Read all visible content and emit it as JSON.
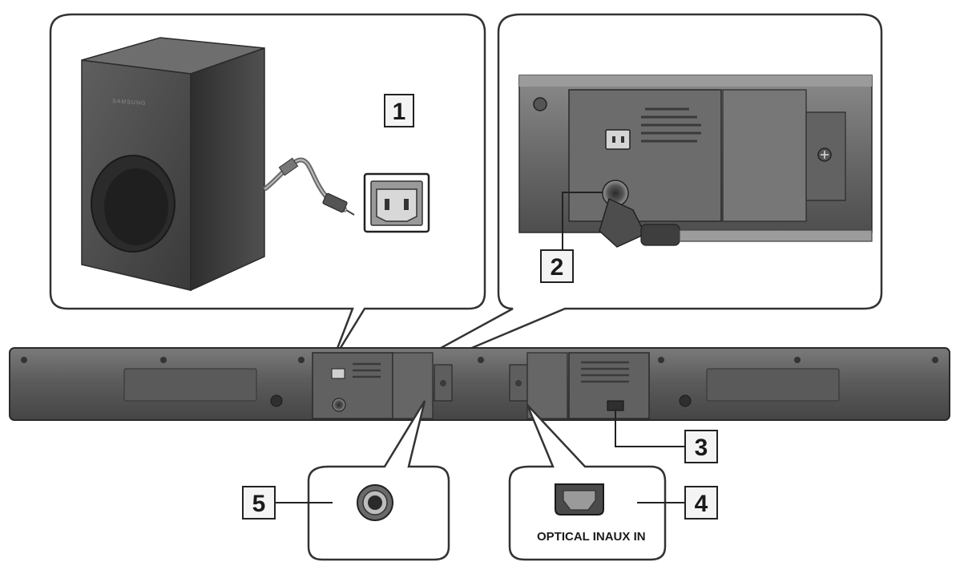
{
  "brand_text": "SAMSUNG",
  "callouts": [
    "1",
    "2",
    "3",
    "4",
    "5"
  ],
  "port_caption": "OPTICAL INAUX IN",
  "colors": {
    "outline": "#333333",
    "device_dark": "#3a3a3a",
    "device_mid": "#5a5a5a",
    "device_light": "#8c8c8c",
    "background": "#ffffff"
  }
}
